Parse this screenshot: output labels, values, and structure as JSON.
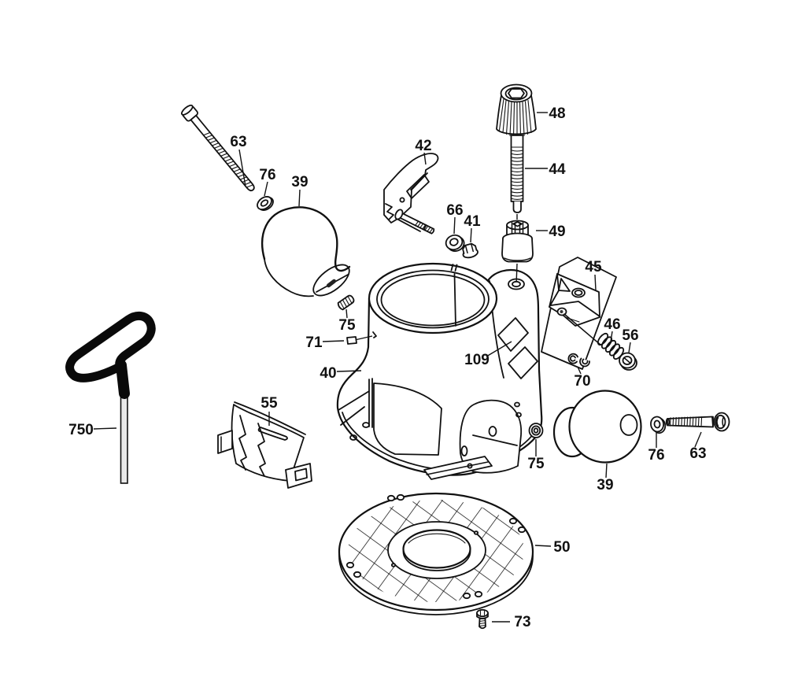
{
  "diagram": {
    "kind": "exploded-parts-diagram",
    "background_color": "#ffffff",
    "line_color": "#111111"
  },
  "parts": [
    {
      "id": "63-top-left",
      "label": "63"
    },
    {
      "id": "76-top-left",
      "label": "76"
    },
    {
      "id": "39-top-left",
      "label": "39"
    },
    {
      "id": "42",
      "label": "42"
    },
    {
      "id": "66",
      "label": "66"
    },
    {
      "id": "41",
      "label": "41"
    },
    {
      "id": "48",
      "label": "48"
    },
    {
      "id": "44",
      "label": "44"
    },
    {
      "id": "49",
      "label": "49"
    },
    {
      "id": "45",
      "label": "45"
    },
    {
      "id": "46",
      "label": "46"
    },
    {
      "id": "56",
      "label": "56"
    },
    {
      "id": "70",
      "label": "70"
    },
    {
      "id": "75-upper",
      "label": "75"
    },
    {
      "id": "71",
      "label": "71"
    },
    {
      "id": "40",
      "label": "40"
    },
    {
      "id": "109",
      "label": "109"
    },
    {
      "id": "75-right",
      "label": "75"
    },
    {
      "id": "39-right",
      "label": "39"
    },
    {
      "id": "76-right",
      "label": "76"
    },
    {
      "id": "63-right",
      "label": "63"
    },
    {
      "id": "750",
      "label": "750"
    },
    {
      "id": "55",
      "label": "55"
    },
    {
      "id": "50",
      "label": "50"
    },
    {
      "id": "73",
      "label": "73"
    }
  ]
}
